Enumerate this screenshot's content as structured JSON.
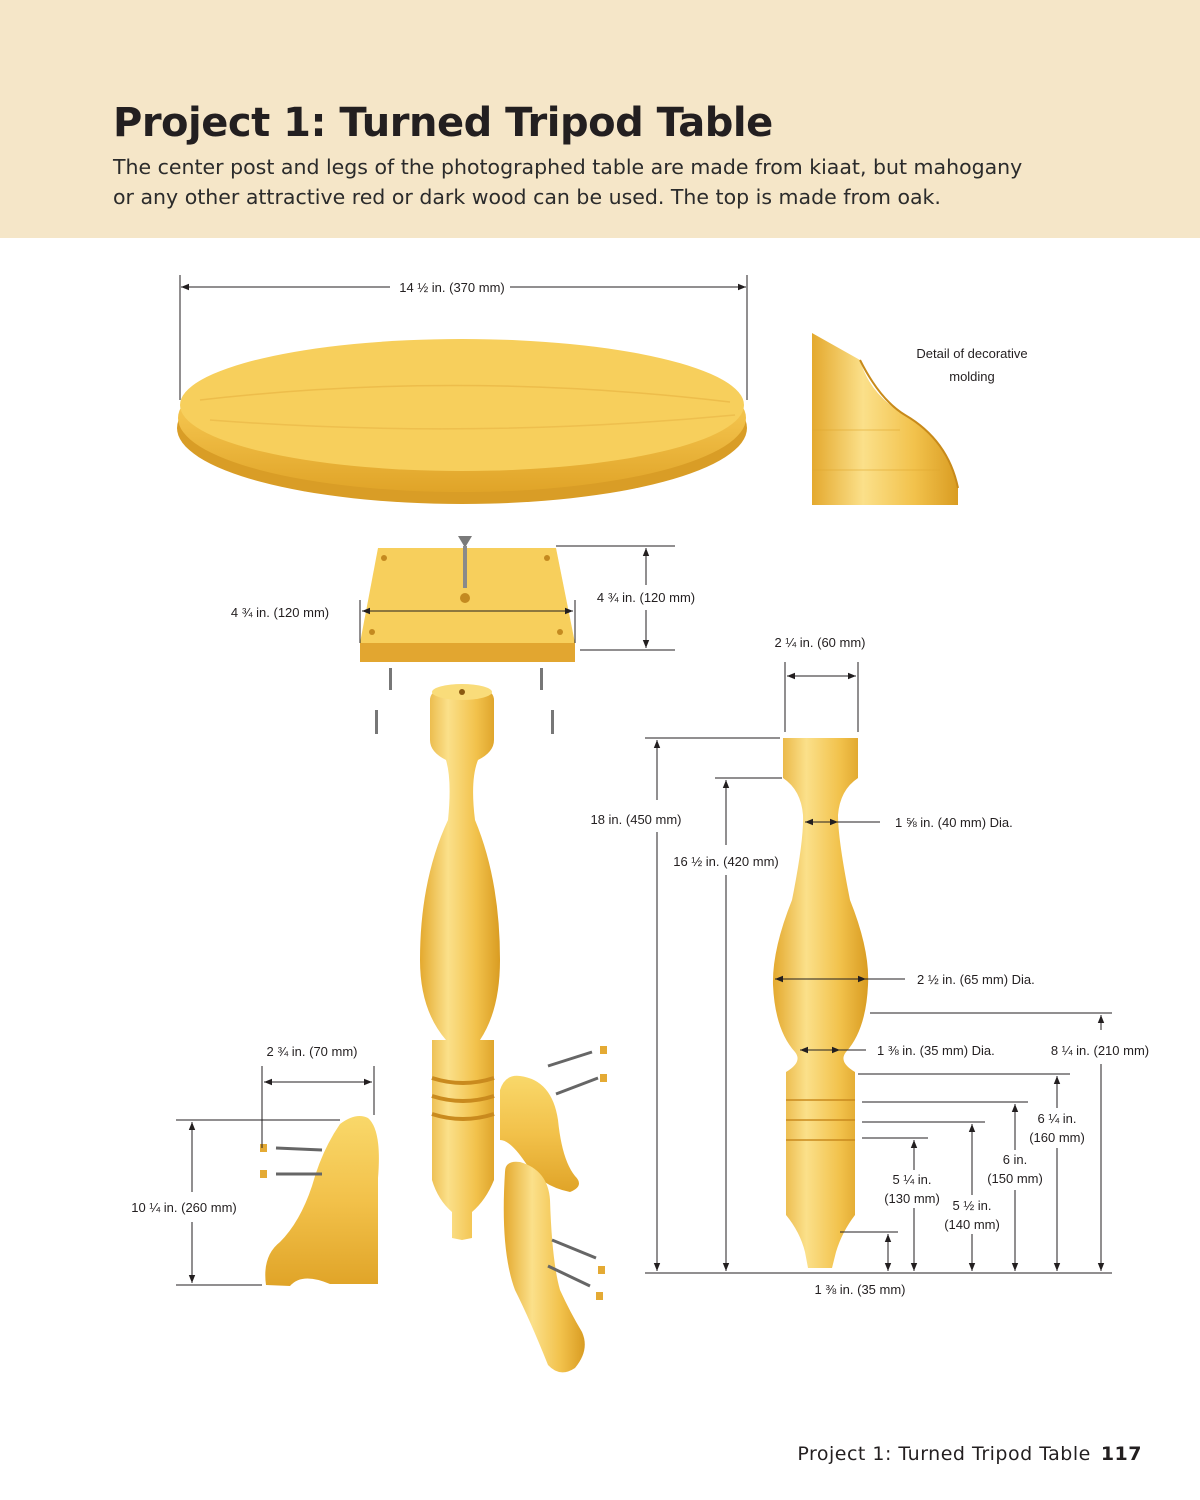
{
  "header": {
    "title": "Project 1: Turned Tripod Table",
    "intro_line1": "The center post and legs of the photographed table are made from kiaat, but mahogany",
    "intro_line2": "or any other attractive red or dark wood can be used. The top is made from oak."
  },
  "diagram": {
    "top_width": "14 ½ in. (370 mm)",
    "molding_caption_1": "Detail of decorative",
    "molding_caption_2": "molding",
    "block_width": "4 ¾ in. (120 mm)",
    "block_depth": "4 ¾ in. (120 mm)",
    "post_top_width": "2 ¼ in. (60 mm)",
    "post_height": "18 in. (450 mm)",
    "post_shaft_height": "16 ½ in. (420 mm)",
    "dia_upper": "1 ⅝ in. (40 mm) Dia.",
    "dia_bulb": "2 ½ in. (65 mm) Dia.",
    "dia_neck": "1 ⅜ in. (35 mm) Dia.",
    "height_8_25": "8 ¼ in. (210 mm)",
    "height_6_25_a": "6 ¼ in.",
    "height_6_25_b": "(160 mm)",
    "height_6_a": "6 in.",
    "height_6_b": "(150 mm)",
    "height_5_5_a": "5 ½ in.",
    "height_5_5_b": "(140 mm)",
    "height_5_25_a": "5 ¼ in.",
    "height_5_25_b": "(130 mm)",
    "post_bottom": "1 ⅜ in. (35 mm)",
    "leg_width": "2 ¾ in. (70 mm)",
    "leg_height": "10 ¼ in. (260 mm)"
  },
  "footer": {
    "running_title": "Project 1: Turned Tripod Table",
    "page_number": "117"
  }
}
